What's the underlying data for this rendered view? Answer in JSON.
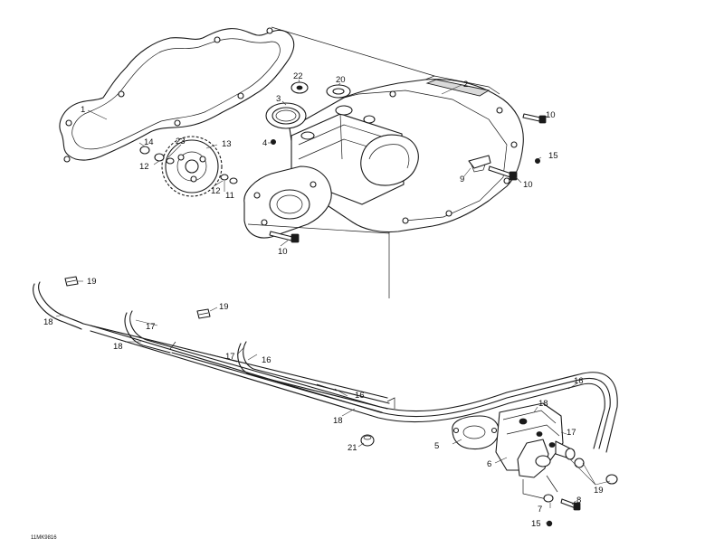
{
  "diagram_ref": "11MK9816",
  "callouts": {
    "c1": "1",
    "c2": "2",
    "c3": "3",
    "c4": "4",
    "c5": "5",
    "c6": "6",
    "c7": "7",
    "c8": "8",
    "c9": "9",
    "c10a": "10",
    "c10b": "10",
    "c10c": "10",
    "c11": "11",
    "c12a": "12",
    "c12b": "12",
    "c13": "13",
    "c14": "14",
    "c15a": "15",
    "c15b": "15",
    "c16a": "16",
    "c16b": "16",
    "c16c": "16",
    "c17a": "17",
    "c17b": "17",
    "c17c": "17",
    "c18a": "18",
    "c18b": "18",
    "c18c": "18",
    "c18d": "18",
    "c19a": "19",
    "c19b": "19",
    "c19c": "19",
    "c20": "20",
    "c21": "21",
    "c22": "22",
    "c23": "23"
  }
}
